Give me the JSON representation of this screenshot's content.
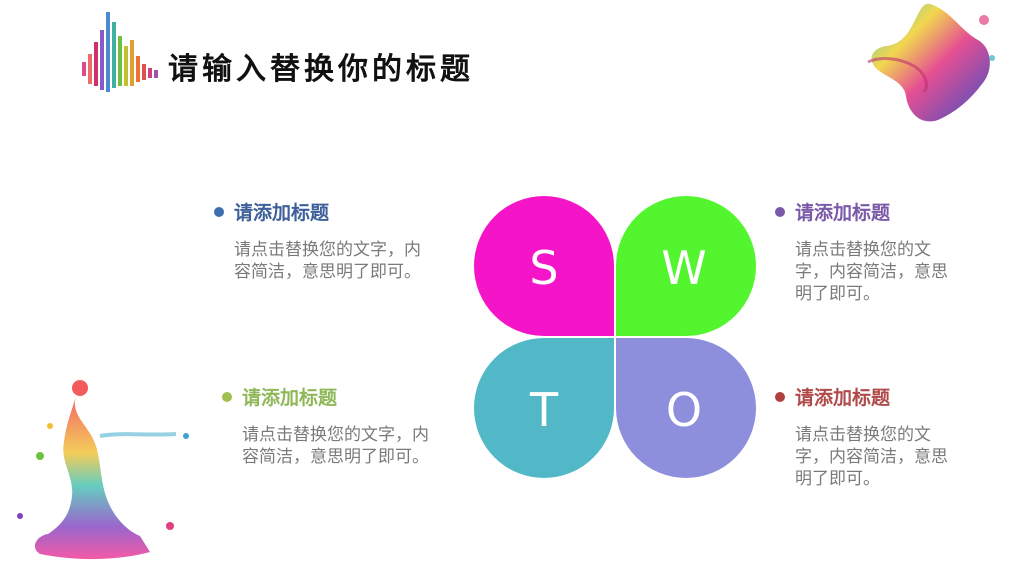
{
  "title": "请输入替换你的标题",
  "colors": {
    "s": "#f515c8",
    "w": "#52f52e",
    "t": "#52b8c8",
    "o": "#8e8fdc",
    "s_head": "#3d5f9a",
    "w_head": "#7a5aa8",
    "t_head": "#8fb85a",
    "o_head": "#b04a4a"
  },
  "swot": {
    "s": "S",
    "w": "W",
    "t": "T",
    "o": "O"
  },
  "blocks": {
    "s": {
      "heading": "请添加标题",
      "text": "请点击替换您的文字，内容简洁，意思明了即可。"
    },
    "w": {
      "heading": "请添加标题",
      "text": "请点击替换您的文字，内容简洁，意思明了即可。"
    },
    "t": {
      "heading": "请添加标题",
      "text": "请点击替换您的文字，内容简洁，意思明了即可。"
    },
    "o": {
      "heading": "请添加标题",
      "text": "请点击替换您的文字，内容简洁，意思明了即可。"
    }
  }
}
